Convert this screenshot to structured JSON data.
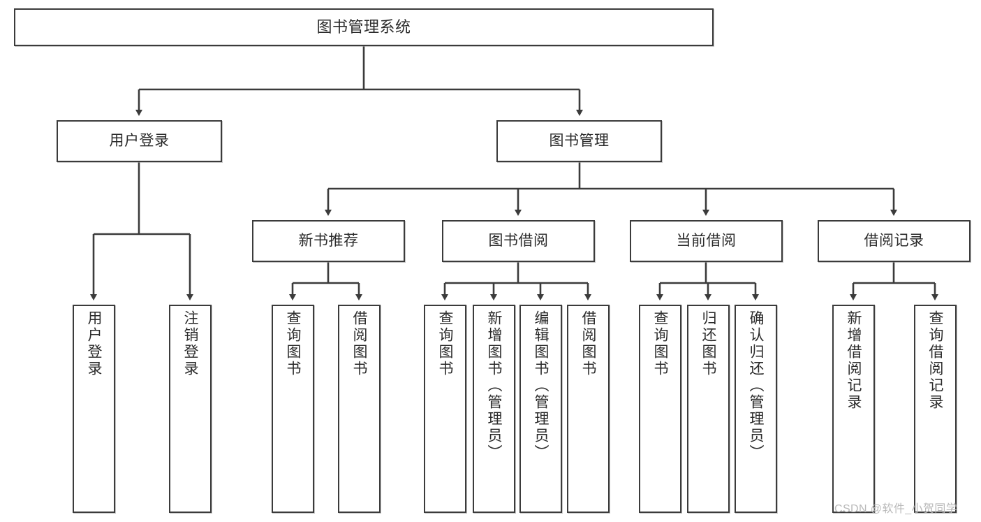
{
  "diagram": {
    "title_node": {
      "label": "图书管理系统"
    },
    "level2": [
      {
        "key": "user-login",
        "label": "用户登录"
      },
      {
        "key": "book-management",
        "label": "图书管理"
      }
    ],
    "level3": [
      {
        "key": "new-book-recommend",
        "label": "新书推荐"
      },
      {
        "key": "book-borrow",
        "label": "图书借阅"
      },
      {
        "key": "current-borrow",
        "label": "当前借阅"
      },
      {
        "key": "borrow-record",
        "label": "借阅记录"
      }
    ],
    "leaves": [
      {
        "key": "user-login-leaf",
        "label": "用户登录"
      },
      {
        "key": "logout-leaf",
        "label": "注销登录"
      },
      {
        "key": "query-book-1",
        "label": "查询图书"
      },
      {
        "key": "borrow-book-1",
        "label": "借阅图书"
      },
      {
        "key": "query-book-2",
        "label": "查询图书"
      },
      {
        "key": "add-book-admin",
        "label": "新增图书（管理员）"
      },
      {
        "key": "edit-book-admin",
        "label": "编辑图书（管理员）"
      },
      {
        "key": "borrow-book-2",
        "label": "借阅图书"
      },
      {
        "key": "query-book-3",
        "label": "查询图书"
      },
      {
        "key": "return-book",
        "label": "归还图书"
      },
      {
        "key": "confirm-return-admin",
        "label": "确认归还（管理员）"
      },
      {
        "key": "add-borrow-record",
        "label": "新增借阅记录"
      },
      {
        "key": "query-borrow-record",
        "label": "查询借阅记录"
      }
    ],
    "watermark": "CSDN @软件_小贺同学",
    "colors": {
      "stroke": "#3b3b3b",
      "background": "#ffffff",
      "text": "#2b2b2b",
      "watermark": "#b9b9b9"
    }
  }
}
